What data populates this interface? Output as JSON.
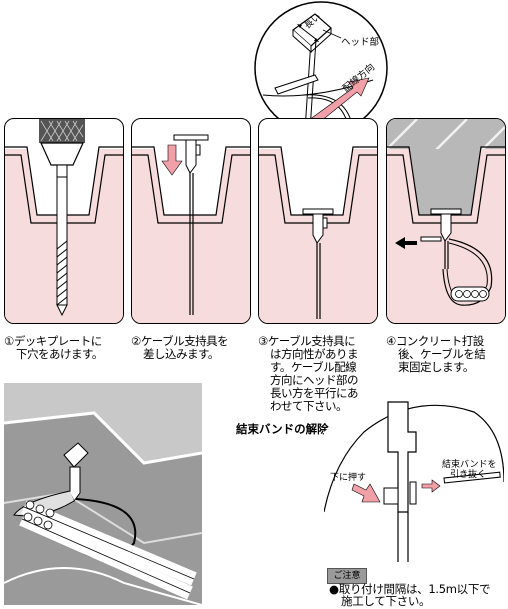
{
  "callout": {
    "label_long": "長い",
    "label_head": "ヘッド部",
    "label_direction": "配線方向"
  },
  "steps": [
    {
      "num": "①",
      "text": [
        "デッキプレートに",
        "下穴をあけます。"
      ]
    },
    {
      "num": "②",
      "text": [
        "ケーブル支持具を",
        "差し込みます。"
      ]
    },
    {
      "num": "③",
      "text": [
        "ケーブル支持具に",
        "は方向性がありま",
        "す。ケーブル配線",
        "方向にヘッド部の",
        "長い方を平行にあ",
        "わせて下さい。"
      ]
    },
    {
      "num": "④",
      "text": [
        "コンクリート打設",
        "後、ケーブルを結",
        "束固定します。"
      ]
    }
  ],
  "release": {
    "title": "結束バンドの解除",
    "push_label": "下に押す",
    "pull_label": [
      "結束バンドを",
      "引き抜く"
    ]
  },
  "note": {
    "tag": "ご注意",
    "bullet": "●",
    "text": [
      "取り付け間隔は、1.5m以下で",
      "施工して下さい。"
    ]
  },
  "colors": {
    "pink": "#f6dcdc",
    "arrow_pink": "#f2a0a8",
    "gray": "#b8b8b8",
    "line": "#000000"
  }
}
